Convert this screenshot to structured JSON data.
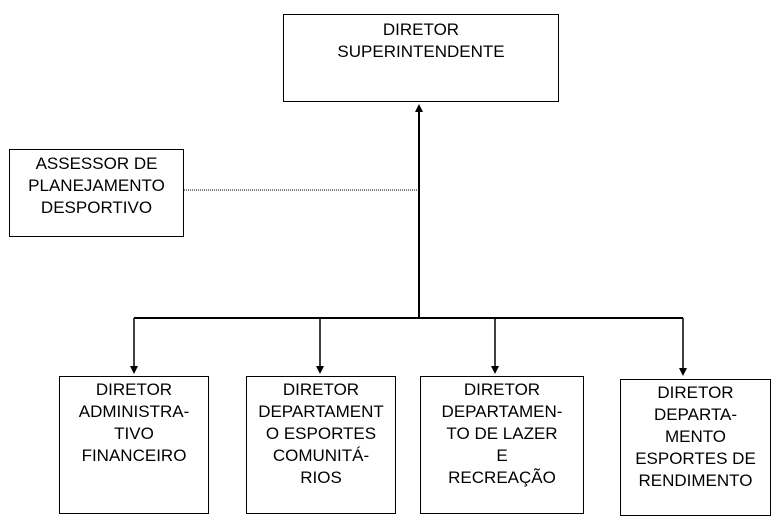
{
  "org_chart": {
    "top": {
      "lines": [
        "DIRETOR",
        "SUPERINTENDENTE"
      ]
    },
    "advisor": {
      "lines": [
        "ASSESSOR DE",
        "PLANEJAMENTO",
        "DESPORTIVO"
      ]
    },
    "departments": [
      {
        "lines": [
          "DIRETOR",
          "ADMINISTRA-",
          "TIVO",
          "FINANCEIRO"
        ]
      },
      {
        "lines": [
          "DIRETOR",
          "DEPARTAMENT",
          "O ESPORTES",
          "COMUNITÁ-",
          "RIOS"
        ]
      },
      {
        "lines": [
          "DIRETOR",
          "DEPARTAMEN-",
          "TO DE LAZER",
          "E",
          "RECREAÇÃO"
        ]
      },
      {
        "lines": [
          "DIRETOR",
          "DEPARTA-",
          "MENTO",
          "ESPORTES DE",
          "RENDIMENTO"
        ]
      }
    ]
  }
}
